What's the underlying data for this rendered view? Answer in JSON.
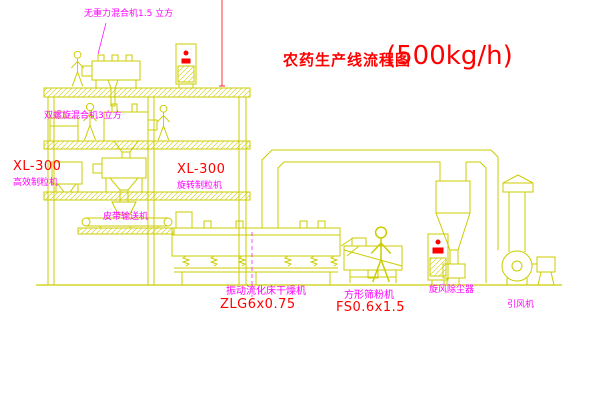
{
  "title": {
    "name": "农药生产线流程图",
    "capacity": "(500kg/h)"
  },
  "labels": {
    "top_mixer": "无重力混合机1.5 立方",
    "double_screw_mixer": "双螺旋混合机3立方",
    "left_granulator_model": "XL-300",
    "left_granulator": "高效制粒机",
    "right_granulator_model": "XL-300",
    "right_granulator": "旋转制粒机",
    "belt_conveyor": "皮带输送机",
    "fluid_bed_dryer": "振动流化床干燥机",
    "fluid_bed_dryer_model": "ZLG6x0.75",
    "square_sifter": "方形筛粉机",
    "square_sifter_model": "FS0.6x1.5",
    "cyclone_dust_collector": "旋风除尘器",
    "induced_draft_fan": "引风机"
  },
  "colors": {
    "drawing_line": "#cccc00",
    "model_text": "#ff0000",
    "label_text": "#ff00ff",
    "background": "#ffffff"
  }
}
